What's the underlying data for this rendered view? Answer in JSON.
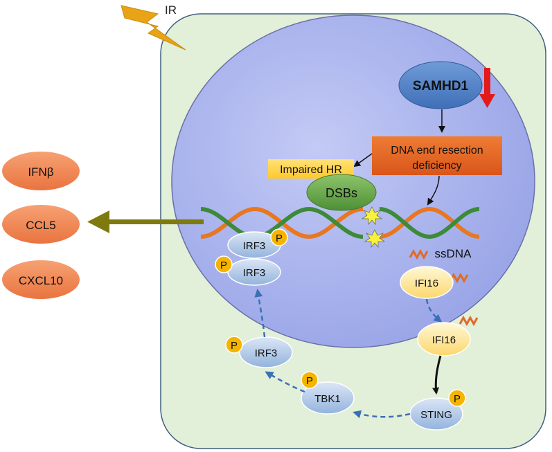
{
  "labels": {
    "ir": "IR",
    "samhd1": "SAMHD1",
    "resection_line1": "DNA end resection",
    "resection_line2": "deficiency",
    "impaired_hr": "Impaired HR",
    "dsbs": "DSBs",
    "ssdna": "ssDNA",
    "irf3": "IRF3",
    "ifi16": "IFI16",
    "tbk1": "TBK1",
    "sting": "STING",
    "phospho": "P"
  },
  "cytokines": [
    "IFNβ",
    "CCL5",
    "CXCL10"
  ],
  "colors": {
    "cell_fill": "#e2efd9",
    "cell_stroke": "#3f5f7f",
    "nucleus_fill": "#aab4ee",
    "samhd1_fill": "#4f7fc6",
    "resection_box": "#e2661c",
    "impaired_hr_box": "#ffd43b",
    "dsbs_fill": "#5fa043",
    "dna_orange": "#e87722",
    "dna_green": "#3d8a3a",
    "cytokine_fill": "#f08a57",
    "arrow_olive": "#7f7a10",
    "irf3_fill": "#b5cbe8",
    "ifi16_fill": "#fde9a6",
    "phospho_fill": "#f5b400",
    "lightning": "#e8a317",
    "down_arrow": "#e21a1a",
    "dashed_arrow": "#3c6fb4"
  }
}
